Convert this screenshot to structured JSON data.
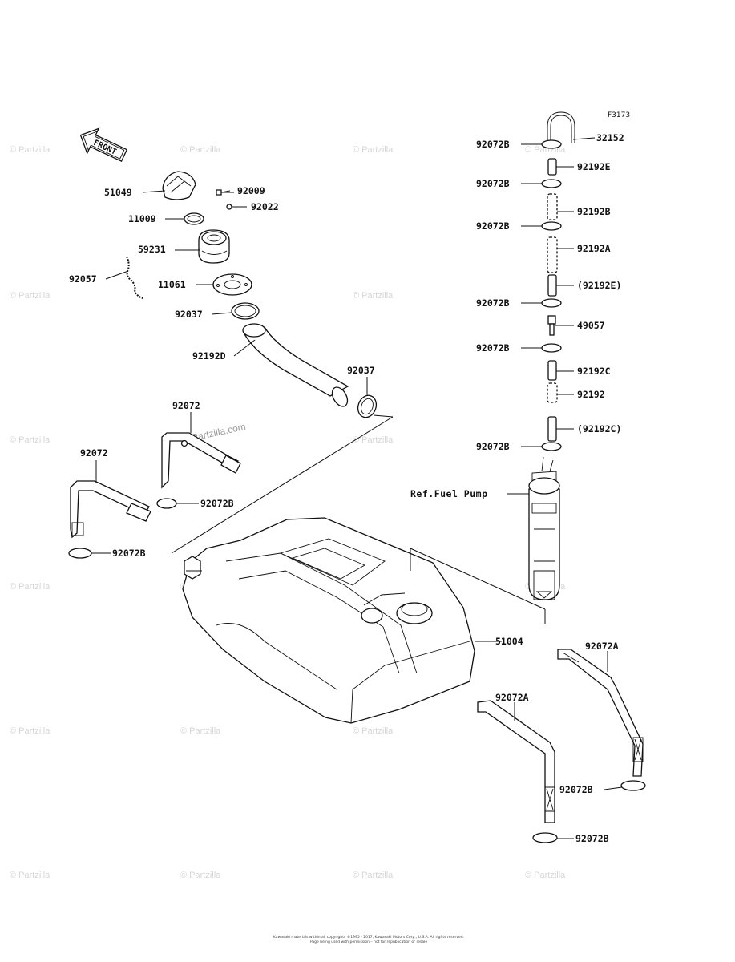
{
  "figure_code": "F3173",
  "front_arrow_text": "FRONT",
  "ref_label": "Ref.Fuel Pump",
  "watermark": "© Partzilla",
  "watermark_inline": "Partzilla.com",
  "footer_text": [
    "Kawasaki materials within all copyrights ©1995 - 2017, Kawasaki Motors Corp., U.S.A. All rights reserved.",
    "Page being used with permission – not for republication or resale"
  ],
  "part_labels": {
    "p51049": "51049",
    "p92009": "92009",
    "p92022": "92022",
    "p11009": "11009",
    "p59231": "59231",
    "p92057": "92057",
    "p11061": "11061",
    "p92037a": "92037",
    "p92192D": "92192D",
    "p92037b": "92037",
    "p92072a": "92072",
    "p92072b_lbl": "92072",
    "p92072B_1": "92072B",
    "p92072B_2": "92072B",
    "p51004": "51004",
    "p32152": "32152",
    "p92072B_r1": "92072B",
    "p92192E": "92192E",
    "p92072B_r2": "92072B",
    "p92192B": "92192B",
    "p92072B_r3": "92072B",
    "p92192A": "92192A",
    "p92192E_ref": "(92192E)",
    "p92072B_r4": "92072B",
    "p49057": "49057",
    "p92072B_r5": "92072B",
    "p92192C": "92192C",
    "p92192": "92192",
    "p92192C_ref": "(92192C)",
    "p92072B_r6": "92072B",
    "p92072A_1": "92072A",
    "p92072A_2": "92072A",
    "p92072B_b1": "92072B",
    "p92072B_b2": "92072B"
  }
}
